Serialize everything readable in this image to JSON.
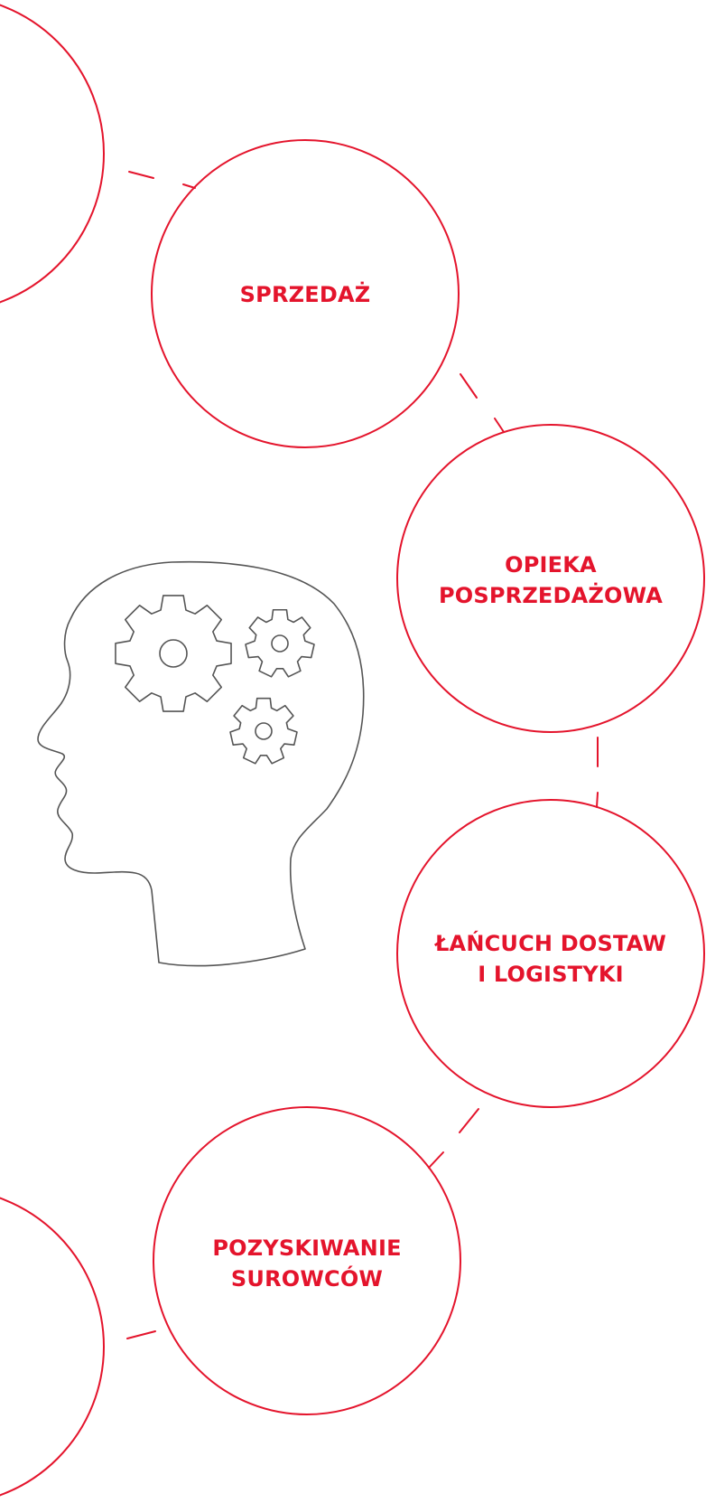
{
  "colors": {
    "accent": "#e4142c",
    "line_art": "#555555",
    "background": "#ffffff"
  },
  "diagram": {
    "stages": [
      {
        "id": "sales",
        "lines": [
          "SPRZEDAŻ"
        ]
      },
      {
        "id": "after-sales",
        "lines": [
          "OPIEKA",
          "POSPRZEDAŻOWA"
        ]
      },
      {
        "id": "supply-chain",
        "lines": [
          "ŁAŃCUCH DOSTAW",
          "I LOGISTYKI"
        ]
      },
      {
        "id": "raw-materials",
        "lines": [
          "POZYSKIWANIE",
          "SUROWCÓW"
        ]
      }
    ],
    "illustration": {
      "icon": "head-with-gears-icon"
    }
  }
}
